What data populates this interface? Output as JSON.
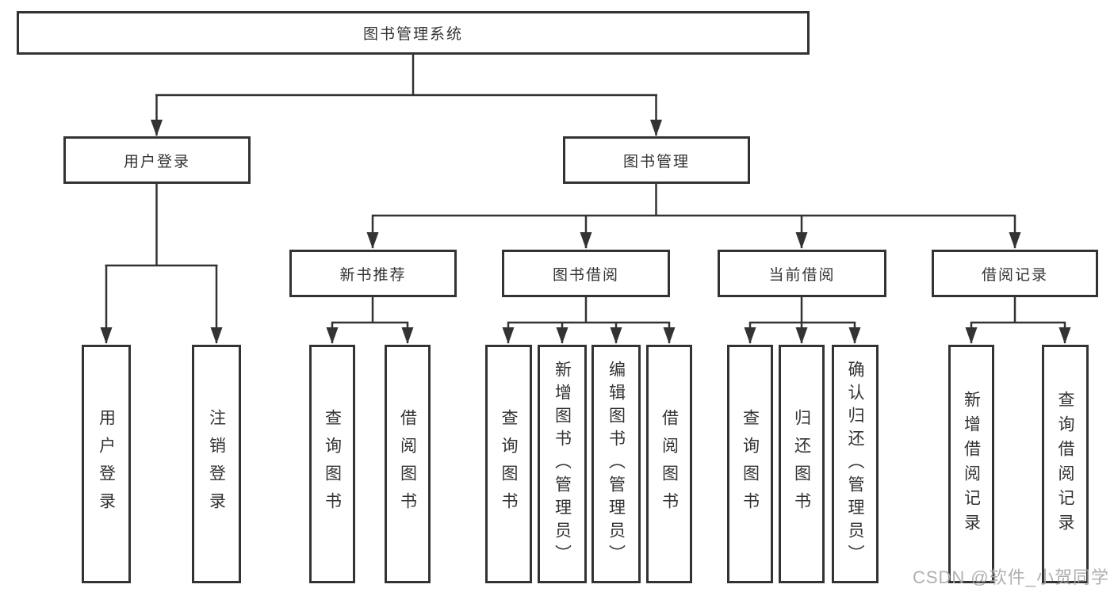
{
  "diagram": {
    "watermark": "CSDN @软件_小贺同学",
    "colors": {
      "line": "#333333",
      "box_border": "#333333",
      "text": "#333333",
      "background": "#ffffff",
      "watermark": "#a8a8a8"
    },
    "tree": {
      "label": "图书管理系统",
      "children": [
        {
          "label": "用户登录",
          "children": [
            {
              "label": "用户登录"
            },
            {
              "label": "注销登录"
            }
          ]
        },
        {
          "label": "图书管理",
          "children": [
            {
              "label": "新书推荐",
              "children": [
                {
                  "label": "查询图书"
                },
                {
                  "label": "借阅图书"
                }
              ]
            },
            {
              "label": "图书借阅",
              "children": [
                {
                  "label": "查询图书"
                },
                {
                  "label": "新增图书（管理员）"
                },
                {
                  "label": "编辑图书（管理员）"
                },
                {
                  "label": "借阅图书"
                }
              ]
            },
            {
              "label": "当前借阅",
              "children": [
                {
                  "label": "查询图书"
                },
                {
                  "label": "归还图书"
                },
                {
                  "label": "确认归还（管理员）"
                }
              ]
            },
            {
              "label": "借阅记录",
              "children": [
                {
                  "label": "新增借阅记录"
                },
                {
                  "label": "查询借阅记录"
                }
              ]
            }
          ]
        }
      ]
    }
  }
}
